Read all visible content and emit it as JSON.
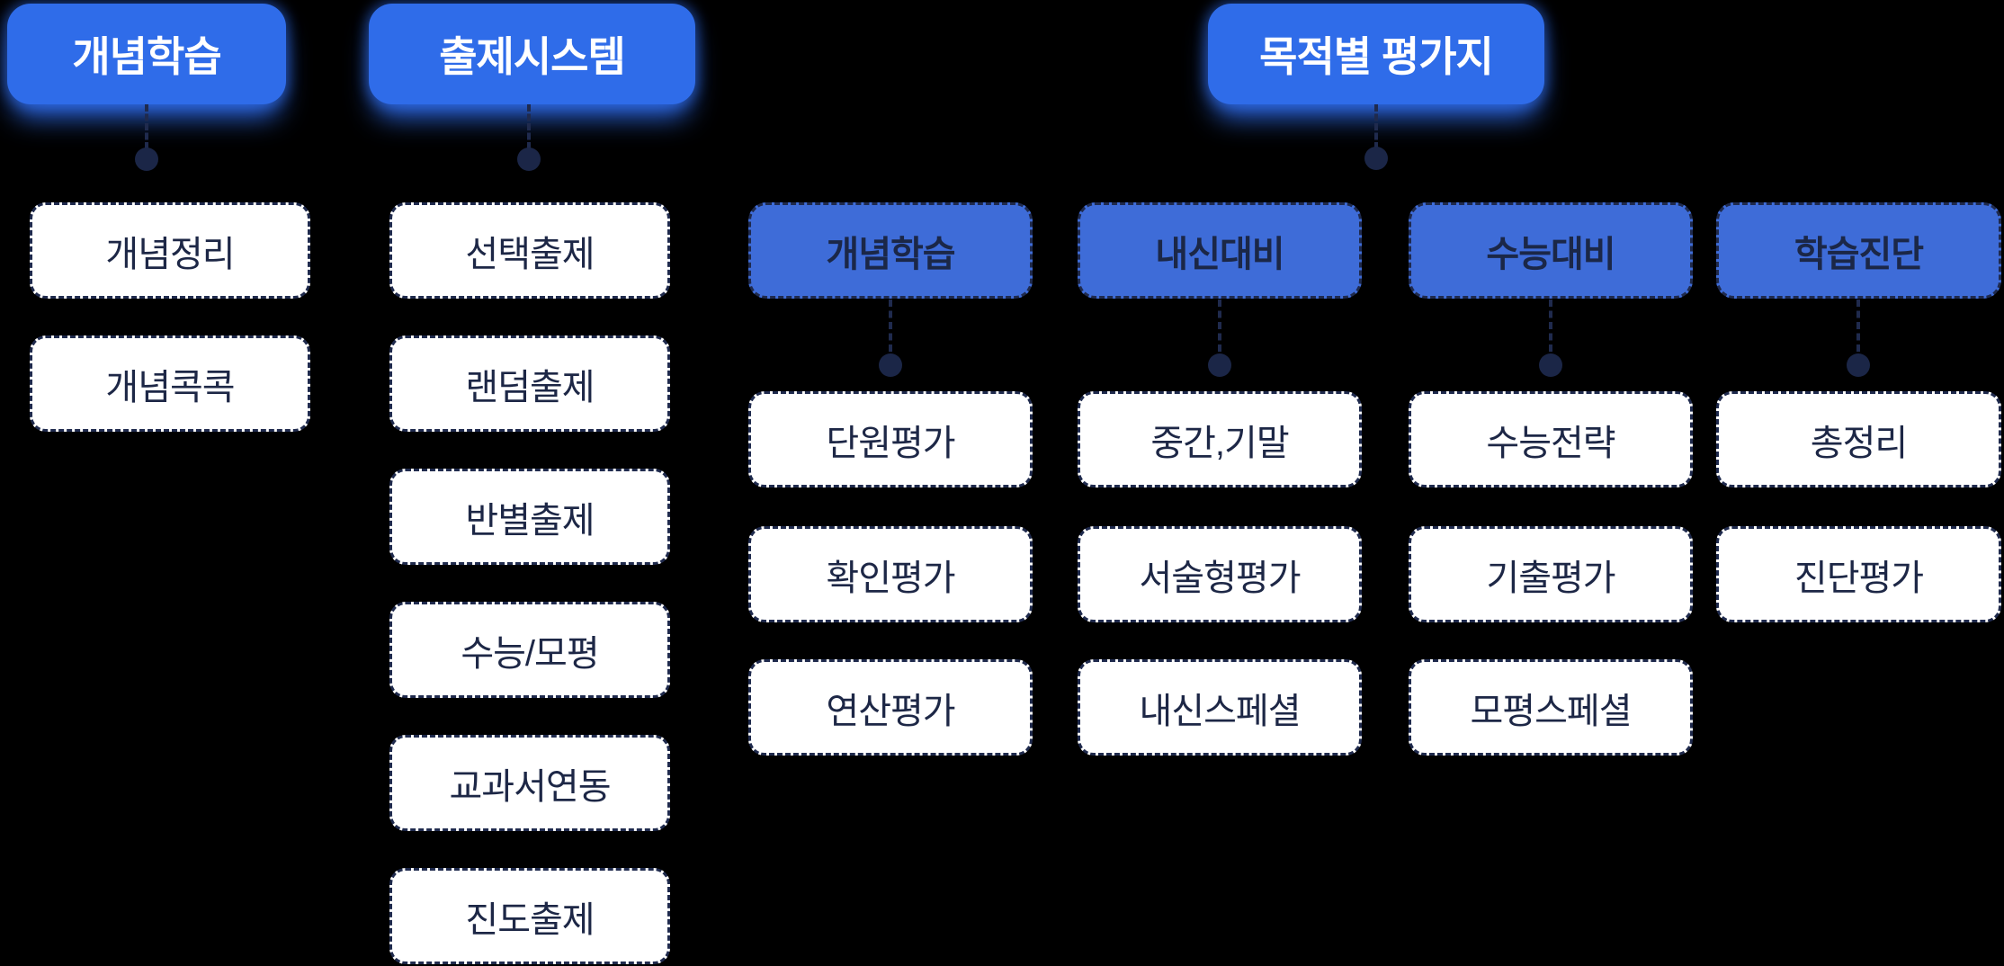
{
  "palette": {
    "root_node_blue": "#2f6ce9",
    "sub_node_blue": "#3e6cd8",
    "navy_ink": "#1f2a4d",
    "leaf_bg": "#ffffff",
    "background": "#000000"
  },
  "sections": [
    {
      "title": "개념학습",
      "children": [
        "개념정리",
        "개념콕콕"
      ]
    },
    {
      "title": "출제시스템",
      "children": [
        "선택출제",
        "랜덤출제",
        "반별출제",
        "수능/모평",
        "교과서연동",
        "진도출제"
      ]
    },
    {
      "title": "목적별 평가지",
      "groups": [
        {
          "title": "개념학습",
          "children": [
            "단원평가",
            "확인평가",
            "연산평가"
          ]
        },
        {
          "title": "내신대비",
          "children": [
            "중간,기말",
            "서술형평가",
            "내신스페셜"
          ]
        },
        {
          "title": "수능대비",
          "children": [
            "수능전략",
            "기출평가",
            "모평스페셜"
          ]
        },
        {
          "title": "학습진단",
          "children": [
            "총정리",
            "진단평가"
          ]
        }
      ]
    }
  ]
}
